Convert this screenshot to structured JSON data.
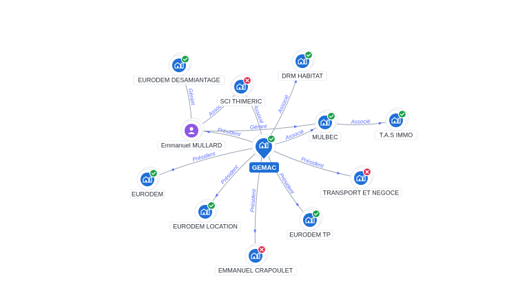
{
  "center": {
    "label": "GEMAC",
    "status": "ok",
    "icon": "company-icon"
  },
  "nodes": [
    {
      "id": "eurodem-desamiantage",
      "label": "EURODEM DESAMIANTAGE",
      "type": "company",
      "status": "ok"
    },
    {
      "id": "sci-thimeric",
      "label": "SCI THIMERIC",
      "type": "company",
      "status": "bad"
    },
    {
      "id": "drm-habitat",
      "label": "DRM HABITAT",
      "type": "company",
      "status": "ok"
    },
    {
      "id": "mulbec",
      "label": "MULBEC",
      "type": "company",
      "status": "ok"
    },
    {
      "id": "tas-immo",
      "label": "T.A.S IMMO",
      "type": "company",
      "status": "ok"
    },
    {
      "id": "emmanuel-mullard",
      "label": "Emmanuel MULLARD",
      "type": "person",
      "status": ""
    },
    {
      "id": "eurodem",
      "label": "EURODEM",
      "type": "company",
      "status": "ok"
    },
    {
      "id": "eurodem-location",
      "label": "EURODEM LOCATION",
      "type": "company",
      "status": "ok"
    },
    {
      "id": "emmanuel-crapoulet",
      "label": "EMMANUEL CRAPOULET",
      "type": "company",
      "status": "bad"
    },
    {
      "id": "eurodem-tp",
      "label": "EURODEM TP",
      "type": "company",
      "status": "ok"
    },
    {
      "id": "transport-et-negoce",
      "label": "TRANSPORT ET NEGOCE",
      "type": "company",
      "status": "bad"
    }
  ],
  "edges": [
    {
      "from": "center",
      "to": "sci-thimeric",
      "label": "Associé"
    },
    {
      "from": "center",
      "to": "drm-habitat",
      "label": "Associé"
    },
    {
      "from": "center",
      "to": "mulbec",
      "label": "Associé"
    },
    {
      "from": "center",
      "to": "emmanuel-mullard",
      "label": "Président"
    },
    {
      "from": "center",
      "to": "eurodem",
      "label": "Président"
    },
    {
      "from": "center",
      "to": "eurodem-location",
      "label": "Président"
    },
    {
      "from": "center",
      "to": "emmanuel-crapoulet",
      "label": "Président"
    },
    {
      "from": "center",
      "to": "eurodem-tp",
      "label": "Président"
    },
    {
      "from": "center",
      "to": "transport-et-negoce",
      "label": "Président"
    },
    {
      "from": "emmanuel-mullard",
      "to": "eurodem-desamiantage",
      "label": "Gérant"
    },
    {
      "from": "emmanuel-mullard",
      "to": "sci-thimeric",
      "label": "Associé"
    },
    {
      "from": "emmanuel-mullard",
      "to": "mulbec",
      "label": "Gérant"
    },
    {
      "from": "mulbec",
      "to": "tas-immo",
      "label": "Associé"
    }
  ],
  "colors": {
    "company": "#1f6fd6",
    "person": "#8e56e6",
    "ok": "#1aa04a",
    "bad": "#e0294b",
    "edge_label": "#5b6cff"
  }
}
